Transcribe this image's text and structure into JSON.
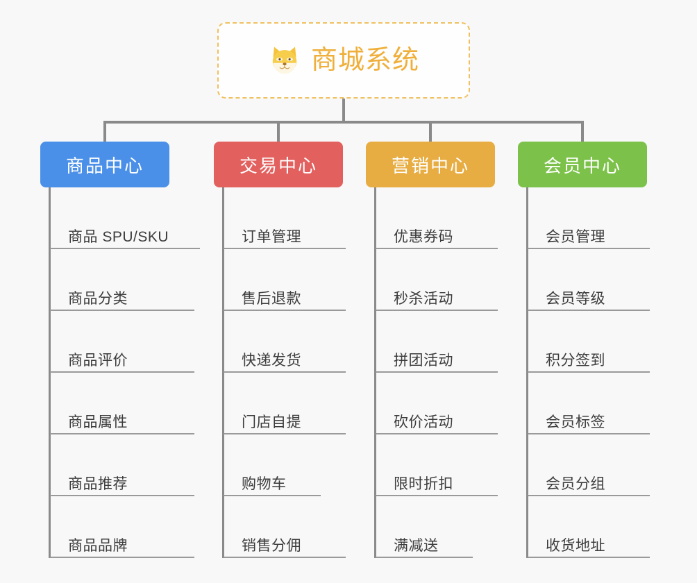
{
  "root": {
    "title": "商城系统",
    "icon": "shiba-dog-icon",
    "accent_color": "#efaf3a",
    "border_color": "#f0c060",
    "background": "#fefefe"
  },
  "canvas": {
    "background": "#f8f8f8",
    "connector_color": "#8a8a8a",
    "leaf_rule_color": "#9a9a9a",
    "leaf_text_color": "#3c3c3c"
  },
  "branches": [
    {
      "label": "商品中心",
      "color": "#4a90e8",
      "items": [
        "商品 SPU/SKU",
        "商品分类",
        "商品评价",
        "商品属性",
        "商品推荐",
        "商品品牌"
      ]
    },
    {
      "label": "交易中心",
      "color": "#e2605e",
      "items": [
        "订单管理",
        "售后退款",
        "快递发货",
        "门店自提",
        "购物车",
        "销售分佣"
      ]
    },
    {
      "label": "营销中心",
      "color": "#e8ad42",
      "items": [
        "优惠券码",
        "秒杀活动",
        "拼团活动",
        "砍价活动",
        "限时折扣",
        "满减送"
      ]
    },
    {
      "label": "会员中心",
      "color": "#7cc24a",
      "items": [
        "会员管理",
        "会员等级",
        "积分签到",
        "会员标签",
        "会员分组",
        "收货地址"
      ]
    }
  ]
}
